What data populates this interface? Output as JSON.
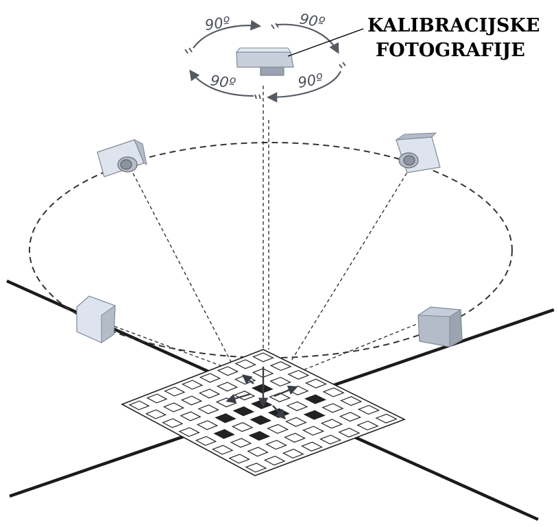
{
  "title": {
    "line1": "KALIBRACIJSKE",
    "line2": "FOTOGRAFIJE"
  },
  "rotation_labels": [
    "90º",
    "90º",
    "90º",
    "90º"
  ],
  "colors": {
    "ink": "#1b1b1b",
    "arrow": "#555b63",
    "camera_light": "#dde4ee",
    "camera_mid": "#b3bcc8",
    "camera_dark": "#7e8793",
    "grid_dark": "#222222"
  },
  "camera_count": 5,
  "grid": {
    "rows": 8,
    "cols": 8
  }
}
